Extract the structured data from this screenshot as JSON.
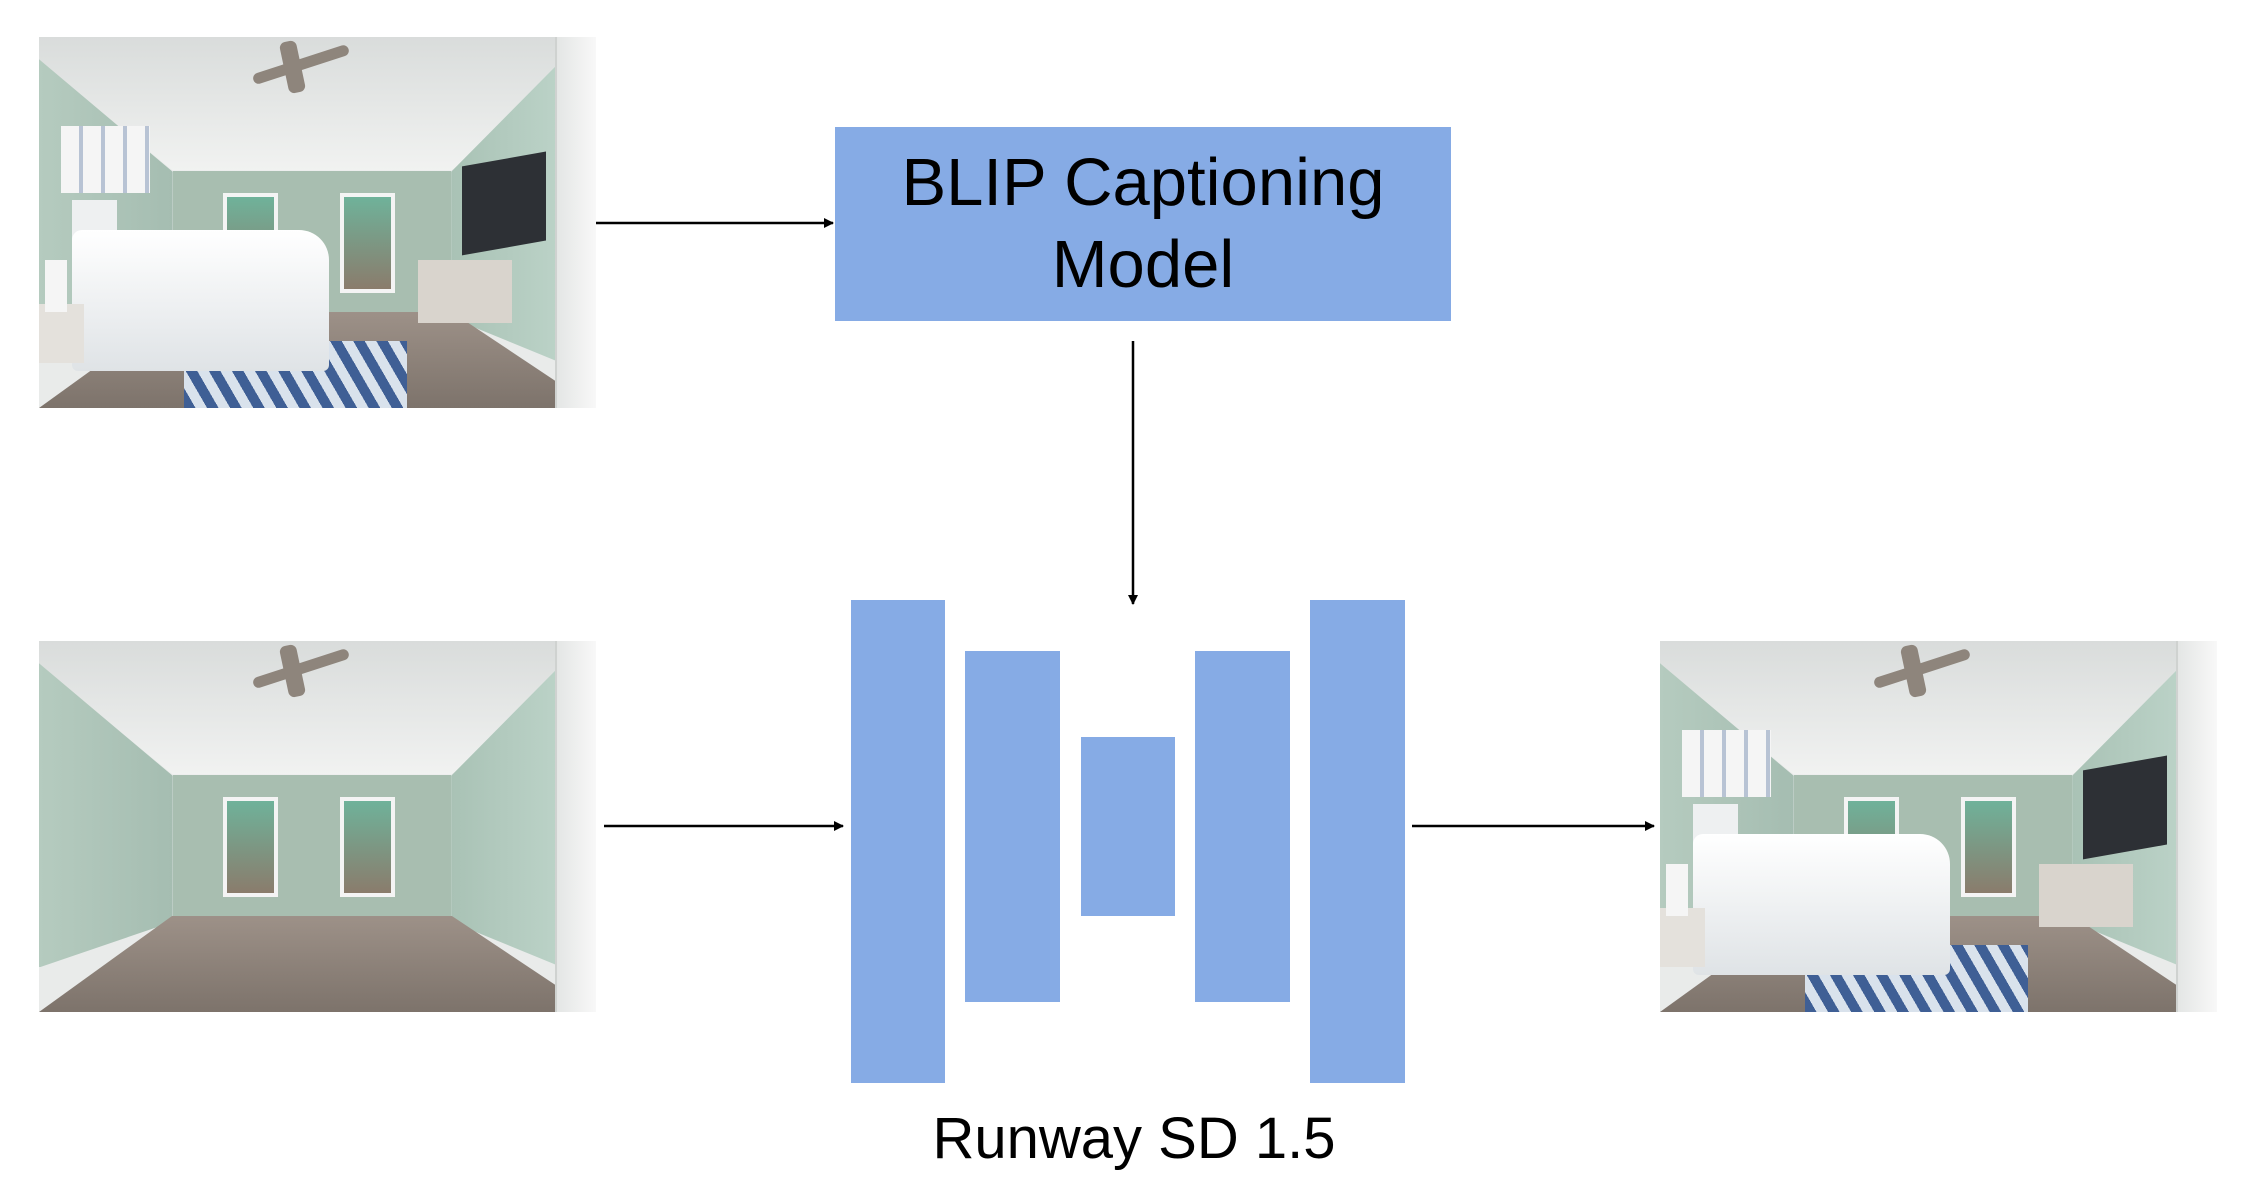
{
  "diagram": {
    "title": "Image captioning + Stable Diffusion virtual staging pipeline",
    "nodes": {
      "furnished_input_image": {
        "description": "Furnished bedroom photo (reference)",
        "icon": "bedroom-furnished-image"
      },
      "empty_input_image": {
        "description": "Empty bedroom photo (input)",
        "icon": "bedroom-empty-image"
      },
      "output_image": {
        "description": "Generated furnished bedroom (output)",
        "icon": "bedroom-generated-image"
      },
      "blip_box": {
        "line1": "BLIP Captioning",
        "line2": "Model"
      },
      "unet": {
        "label": "Runway SD 1.5",
        "blocks": 5
      }
    },
    "edges": [
      {
        "from": "furnished_input_image",
        "to": "blip_box"
      },
      {
        "from": "blip_box",
        "to": "unet"
      },
      {
        "from": "empty_input_image",
        "to": "unet"
      },
      {
        "from": "unet",
        "to": "output_image"
      }
    ],
    "colors": {
      "block_fill": "#86abe5",
      "arrow": "#000000",
      "background": "#ffffff"
    }
  }
}
